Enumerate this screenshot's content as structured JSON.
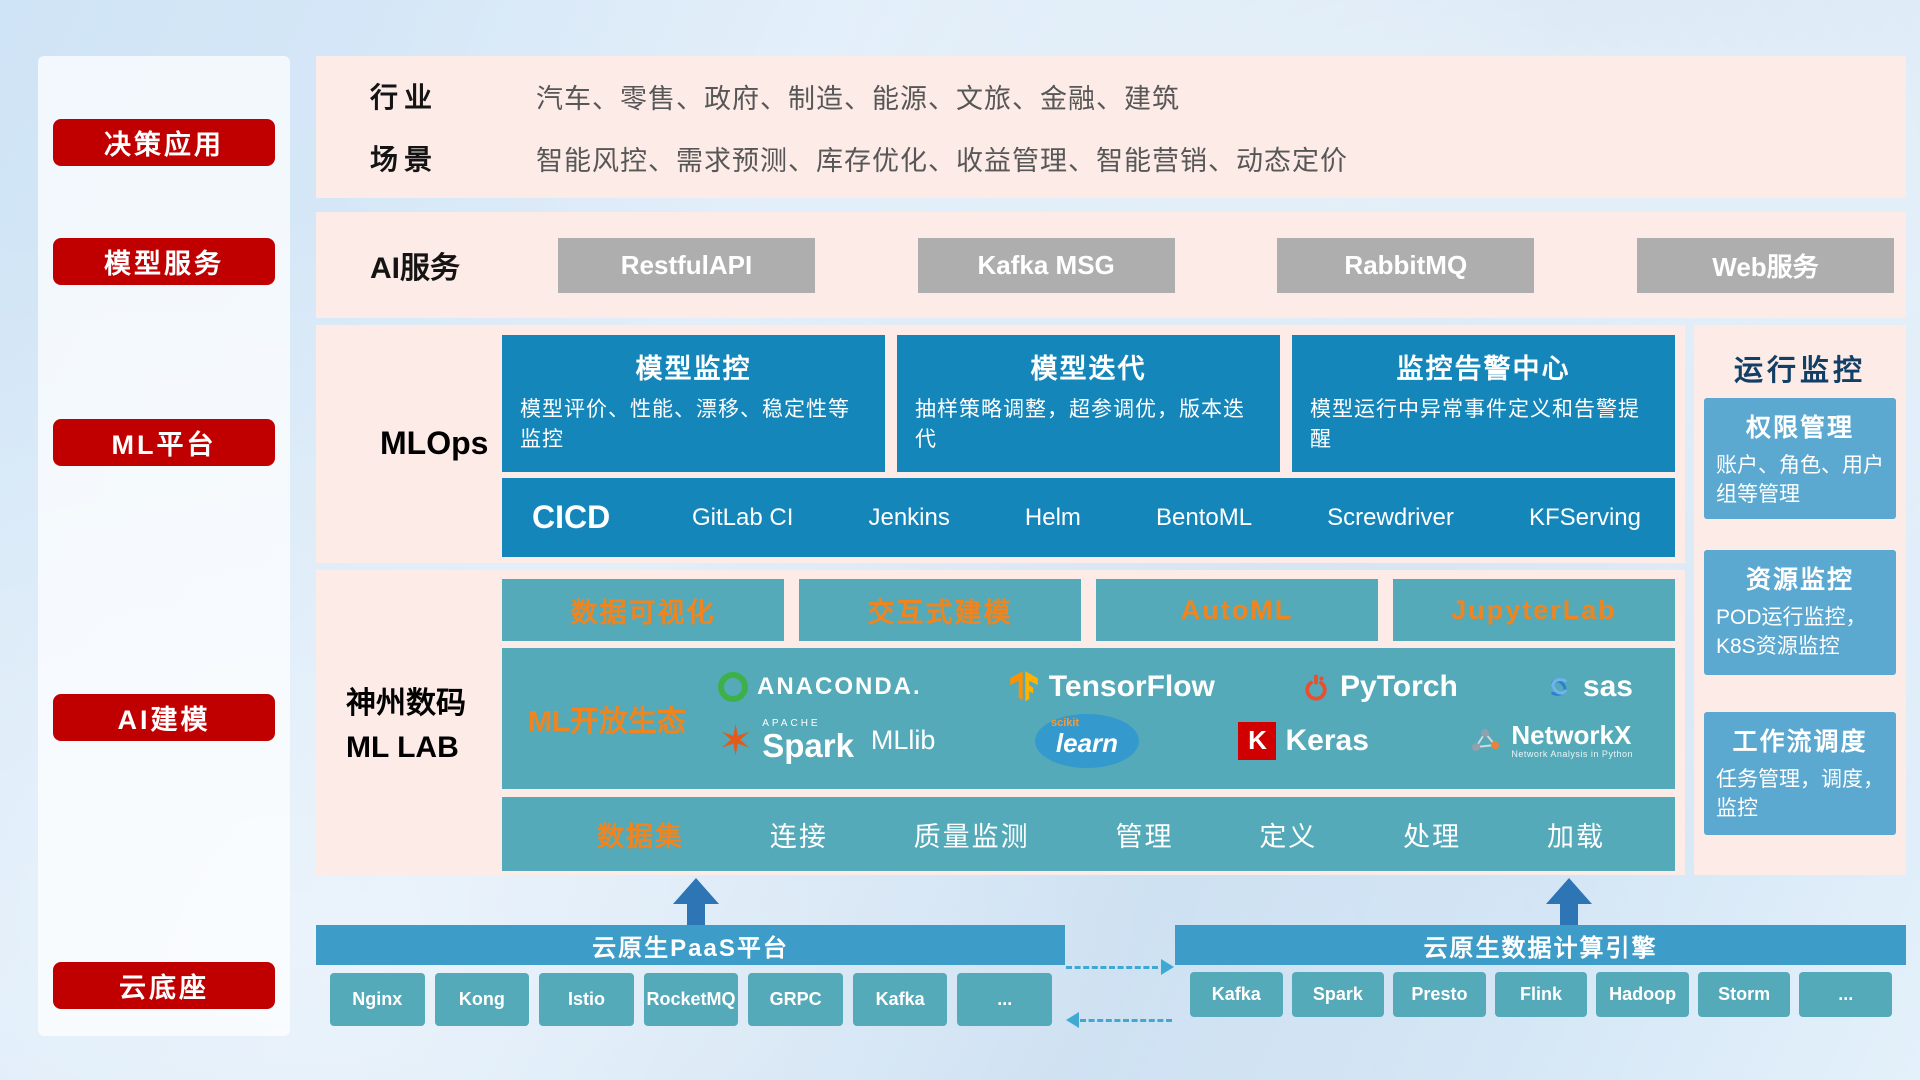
{
  "colors": {
    "accent_red": "#c00000",
    "panel_pink": "#fcebe7",
    "deep_teal": "#1486ba",
    "teal": "#54aab8",
    "light_blue_box": "#5ba8d0",
    "header_blue": "#3d9dc8",
    "orange": "#f0851f",
    "gray_button": "#aeaeae",
    "arrow_blue": "#2e75b6",
    "dash_blue": "#3fa9d4",
    "title_navy": "#123f66"
  },
  "sidebar": {
    "items": [
      {
        "label": "决策应用"
      },
      {
        "label": "模型服务"
      },
      {
        "label": "ML平台"
      },
      {
        "label": "AI建模"
      },
      {
        "label": "云底座"
      }
    ]
  },
  "industry": {
    "label1": "行业",
    "text1": "汽车、零售、政府、制造、能源、文旅、金融、建筑",
    "label2": "场景",
    "text2": "智能风控、需求预测、库存优化、收益管理、智能营销、动态定价"
  },
  "ai_service": {
    "label": "AI服务",
    "buttons": [
      "RestfulAPI",
      "Kafka MSG",
      "RabbitMQ",
      "Web服务"
    ]
  },
  "mlops": {
    "label": "MLOps",
    "boxes": [
      {
        "title": "模型监控",
        "desc": "模型评价、性能、漂移、稳定性等监控"
      },
      {
        "title": "模型迭代",
        "desc": "抽样策略调整，超参调优，版本迭代"
      },
      {
        "title": "监控告警中心",
        "desc": "模型运行中异常事件定义和告警提醒"
      }
    ],
    "cicd": {
      "label": "CICD",
      "items": [
        "GitLab CI",
        "Jenkins",
        "Helm",
        "BentoML",
        "Screwdriver",
        "KFServing"
      ]
    }
  },
  "mllab": {
    "label_line1": "神州数码",
    "label_line2": "ML LAB",
    "tools": [
      "数据可视化",
      "交互式建模",
      "AutoML",
      "JupyterLab"
    ],
    "ecosystem_label": "ML开放生态",
    "logos": {
      "anaconda": "ANACONDA.",
      "tensorflow": "TensorFlow",
      "pytorch": "PyTorch",
      "sas": "sas",
      "spark_top": "APACHE",
      "spark": "Spark",
      "mllib": "MLlib",
      "scikit_top": "scikit",
      "scikit": "learn",
      "keras": "Keras",
      "networkx": "NetworkX",
      "networkx_sub": "Network Analysis in Python"
    },
    "data_row": [
      "数据集",
      "连接",
      "质量监测",
      "管理",
      "定义",
      "处理",
      "加载"
    ]
  },
  "monitoring": {
    "title": "运行监控",
    "boxes": [
      {
        "title": "权限管理",
        "desc": "账户、角色、用户组等管理"
      },
      {
        "title": "资源监控",
        "desc": "POD运行监控，K8S资源监控"
      },
      {
        "title": "工作流调度",
        "desc": "任务管理，调度，监控"
      }
    ]
  },
  "paas": {
    "title": "云原生PaaS平台",
    "items": [
      "Nginx",
      "Kong",
      "Istio",
      "RocketMQ",
      "GRPC",
      "Kafka",
      "..."
    ]
  },
  "engine": {
    "title": "云原生数据计算引擎",
    "items": [
      "Kafka",
      "Spark",
      "Presto",
      "Flink",
      "Hadoop",
      "Storm",
      "..."
    ]
  }
}
